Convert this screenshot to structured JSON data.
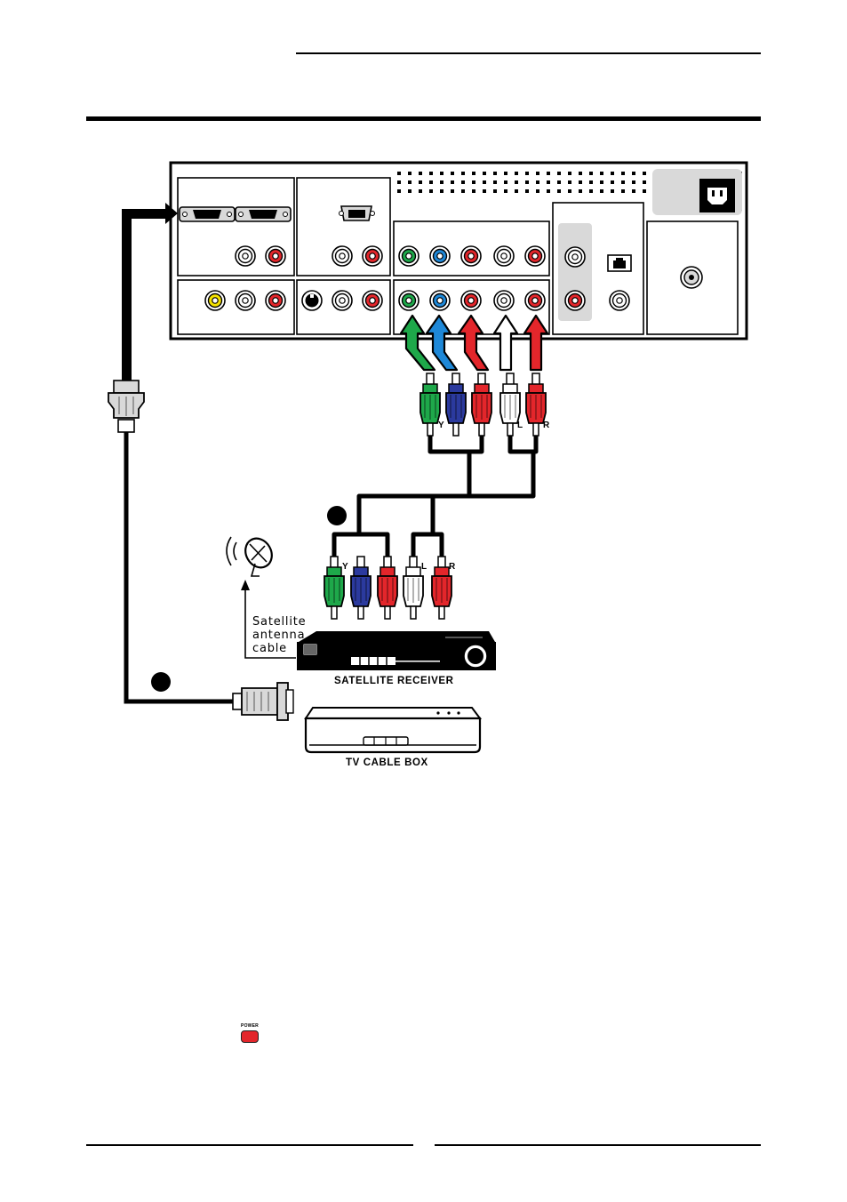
{
  "labels": {
    "y_tv": "Y",
    "l_tv": "L",
    "r_tv": "R",
    "y_src": "Y",
    "l_src": "L",
    "r_src": "R",
    "satellite_line1": "Satellite",
    "satellite_line2": "antenna",
    "satellite_line3": "cable",
    "satellite_receiver": "SATELLITE RECEIVER",
    "tv_cable_box": "TV CABLE BOX",
    "power": "POWER"
  },
  "colors": {
    "green": "#1ea84a",
    "blue": "#2b3a9e",
    "cyan_blue": "#1e88d8",
    "red": "#e3262b",
    "yellow": "#f5e200",
    "panel_gray": "#d9d9d9",
    "black": "#000000"
  }
}
